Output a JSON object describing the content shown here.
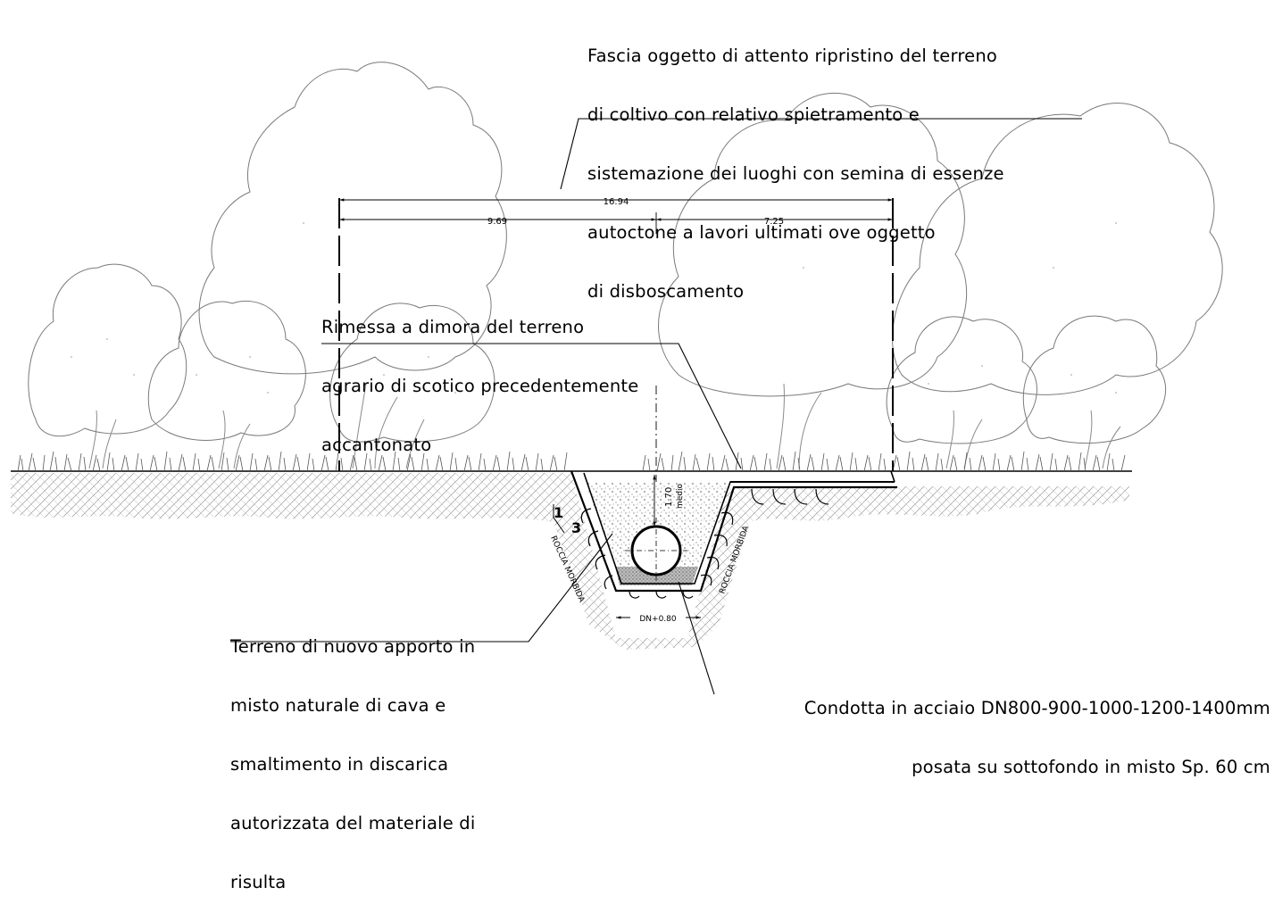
{
  "notes": {
    "restoration": [
      "Fascia oggetto di attento ripristino del terreno",
      "di coltivo con relativo spietramento e",
      "sistemazione dei luoghi con semina di essenze",
      "autoctone a lavori ultimati ove oggetto",
      "di disboscamento"
    ],
    "topsoil": [
      "Rimessa a dimora del terreno",
      "agrario di scotico precedentemente",
      "accantonato"
    ],
    "fill": [
      "Terreno di nuovo apporto in",
      "misto naturale di cava e",
      "smaltimento in discarica",
      "autorizzata del materiale di",
      "risulta"
    ],
    "pipe": [
      "Condotta in acciaio DN800-900-1000-1200-1400mm",
      "posata su sottofondo in misto Sp. 60 cm"
    ]
  },
  "dimensions": {
    "total": "16.94",
    "left": "9.69",
    "right": "7.25",
    "depth": "1.70",
    "depth_note": "medio",
    "trench_width": "DN+0.80"
  },
  "slope": {
    "rise": "1",
    "run": "3"
  },
  "labels": {
    "rock_left": "ROCCIA MORBIDA",
    "rock_right": "ROCCIA MORBIDA"
  }
}
